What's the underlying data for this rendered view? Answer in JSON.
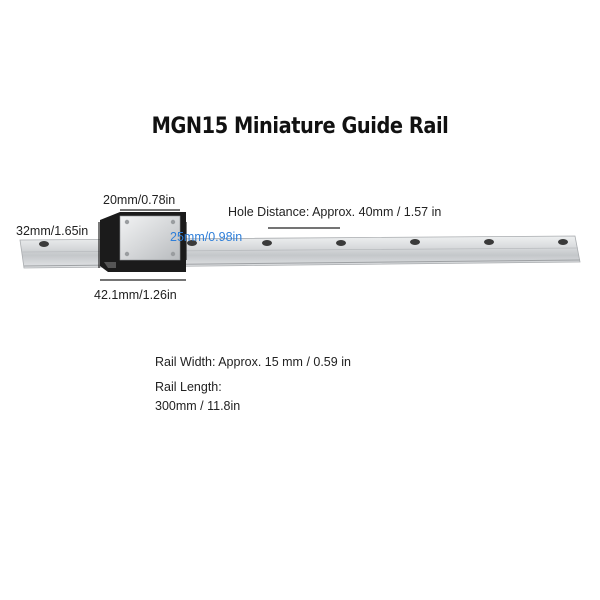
{
  "title": "MGN15 Miniature Guide Rail",
  "dimensions": {
    "block_width": "20mm/0.78in",
    "block_height": "32mm/1.65in",
    "block_length_blue": "25mm/0.98in",
    "block_base": "42.1mm/1.26in",
    "hole_distance": "Hole Distance: Approx. 40mm / 1.57 in"
  },
  "specs": {
    "rail_width": "Rail Width: Approx. 15 mm / 0.59 in",
    "rail_length_label": "Rail Length:",
    "rail_length_value": "300mm / 11.8in"
  },
  "colors": {
    "blue_label": "#2f7fd9",
    "rail_silver": "#d8dadc",
    "block_black": "#1a1a1a"
  }
}
